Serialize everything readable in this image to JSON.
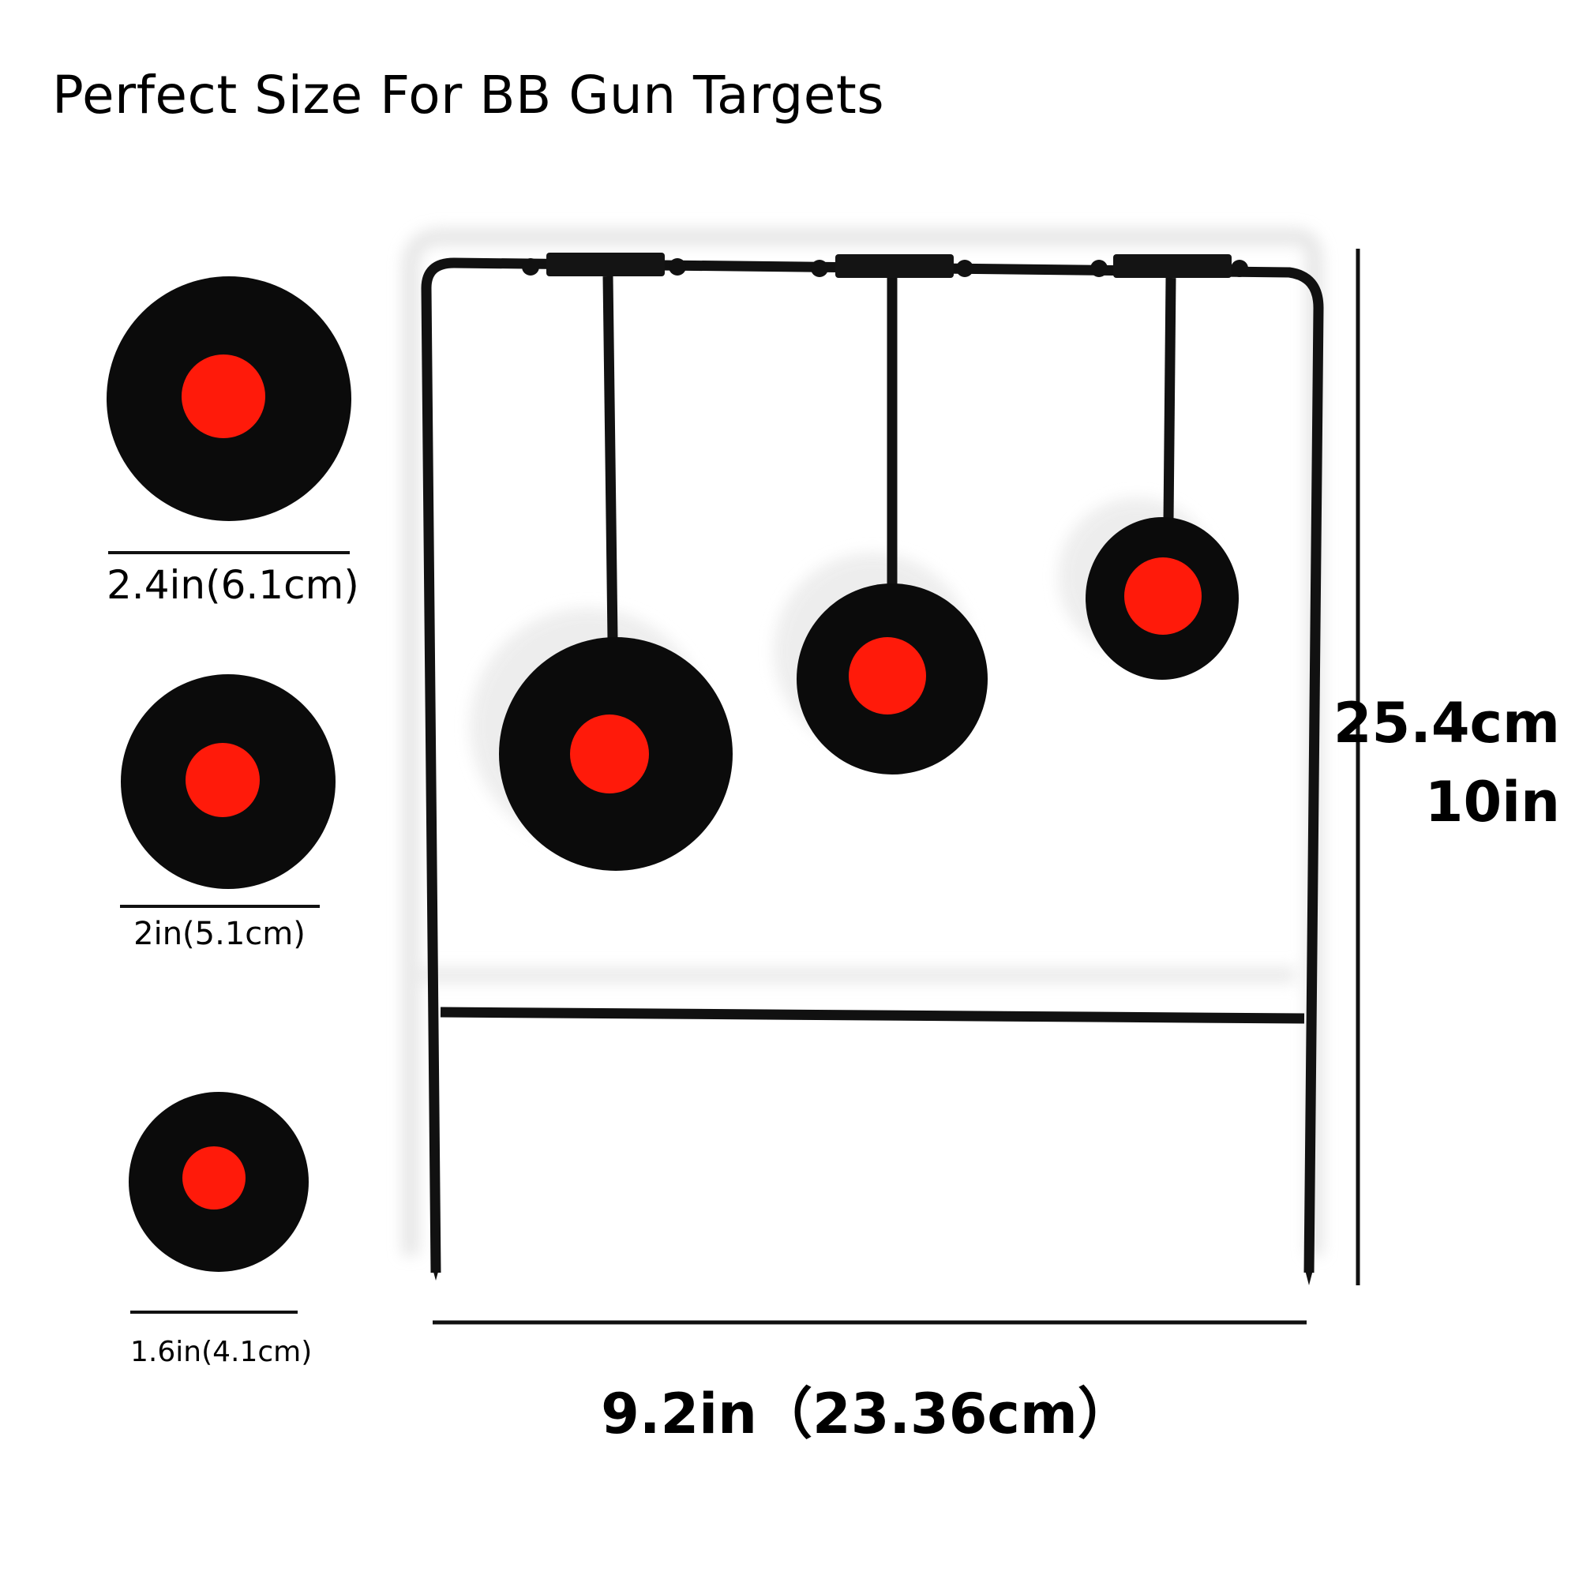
{
  "headline": "Perfect Size For BB Gun Targets",
  "target_sizes": [
    {
      "label": "2.4in(6.1cm)"
    },
    {
      "label": "2in(5.1cm)"
    },
    {
      "label": "1.6in(4.1cm)"
    }
  ],
  "dimensions": {
    "height_cm": "25.4cm",
    "height_in": "10in",
    "width": "9.2in（23.36cm）"
  },
  "colors": {
    "target_black": "#0b0b0b",
    "bullseye_red": "#ff1a0a",
    "frame": "#111111",
    "shadow": "#e4e4e4"
  }
}
